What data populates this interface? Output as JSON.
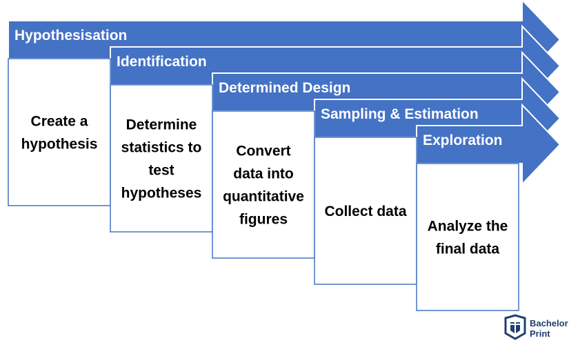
{
  "colors": {
    "arrow_fill": "#4472c4",
    "arrow_stroke": "#ffffff",
    "box_border": "#4472c4",
    "logo": "#1f3f6e"
  },
  "stages": [
    {
      "title": "Hypothesisation",
      "lines": [
        "Create a",
        "hypothesis"
      ]
    },
    {
      "title": "Identification",
      "lines": [
        "Determine",
        "statistics to",
        "test",
        "hypotheses"
      ]
    },
    {
      "title": "Determined Design",
      "lines": [
        "Convert",
        "data into",
        "quantitative",
        "figures"
      ]
    },
    {
      "title": "Sampling & Estimation",
      "lines": [
        "Collect data"
      ]
    },
    {
      "title": "Exploration",
      "lines": [
        "Analyze the",
        "final data"
      ]
    }
  ],
  "brand": {
    "logo_icon": "bachelor-print-logo-icon",
    "name_line1": "Bachelor",
    "name_line2": "Print"
  }
}
